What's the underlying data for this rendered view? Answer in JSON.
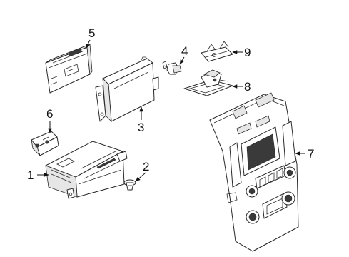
{
  "callouts": [
    {
      "id": "1",
      "label": "1"
    },
    {
      "id": "2",
      "label": "2"
    },
    {
      "id": "3",
      "label": "3"
    },
    {
      "id": "4",
      "label": "4"
    },
    {
      "id": "5",
      "label": "5"
    },
    {
      "id": "6",
      "label": "6"
    },
    {
      "id": "7",
      "label": "7"
    },
    {
      "id": "8",
      "label": "8"
    },
    {
      "id": "9",
      "label": "9"
    }
  ],
  "parts": [
    {
      "callout": "1",
      "icon": "receiver-module-icon"
    },
    {
      "callout": "2",
      "icon": "push-pin-icon"
    },
    {
      "callout": "3",
      "icon": "amplifier-module-icon"
    },
    {
      "callout": "4",
      "icon": "bolt-icon"
    },
    {
      "callout": "5",
      "icon": "control-module-icon"
    },
    {
      "callout": "6",
      "icon": "connector-icon"
    },
    {
      "callout": "7",
      "icon": "dash-bezel-panel-icon"
    },
    {
      "callout": "8",
      "icon": "antenna-bracket-icon"
    },
    {
      "callout": "9",
      "icon": "mounting-bracket-icon"
    }
  ]
}
